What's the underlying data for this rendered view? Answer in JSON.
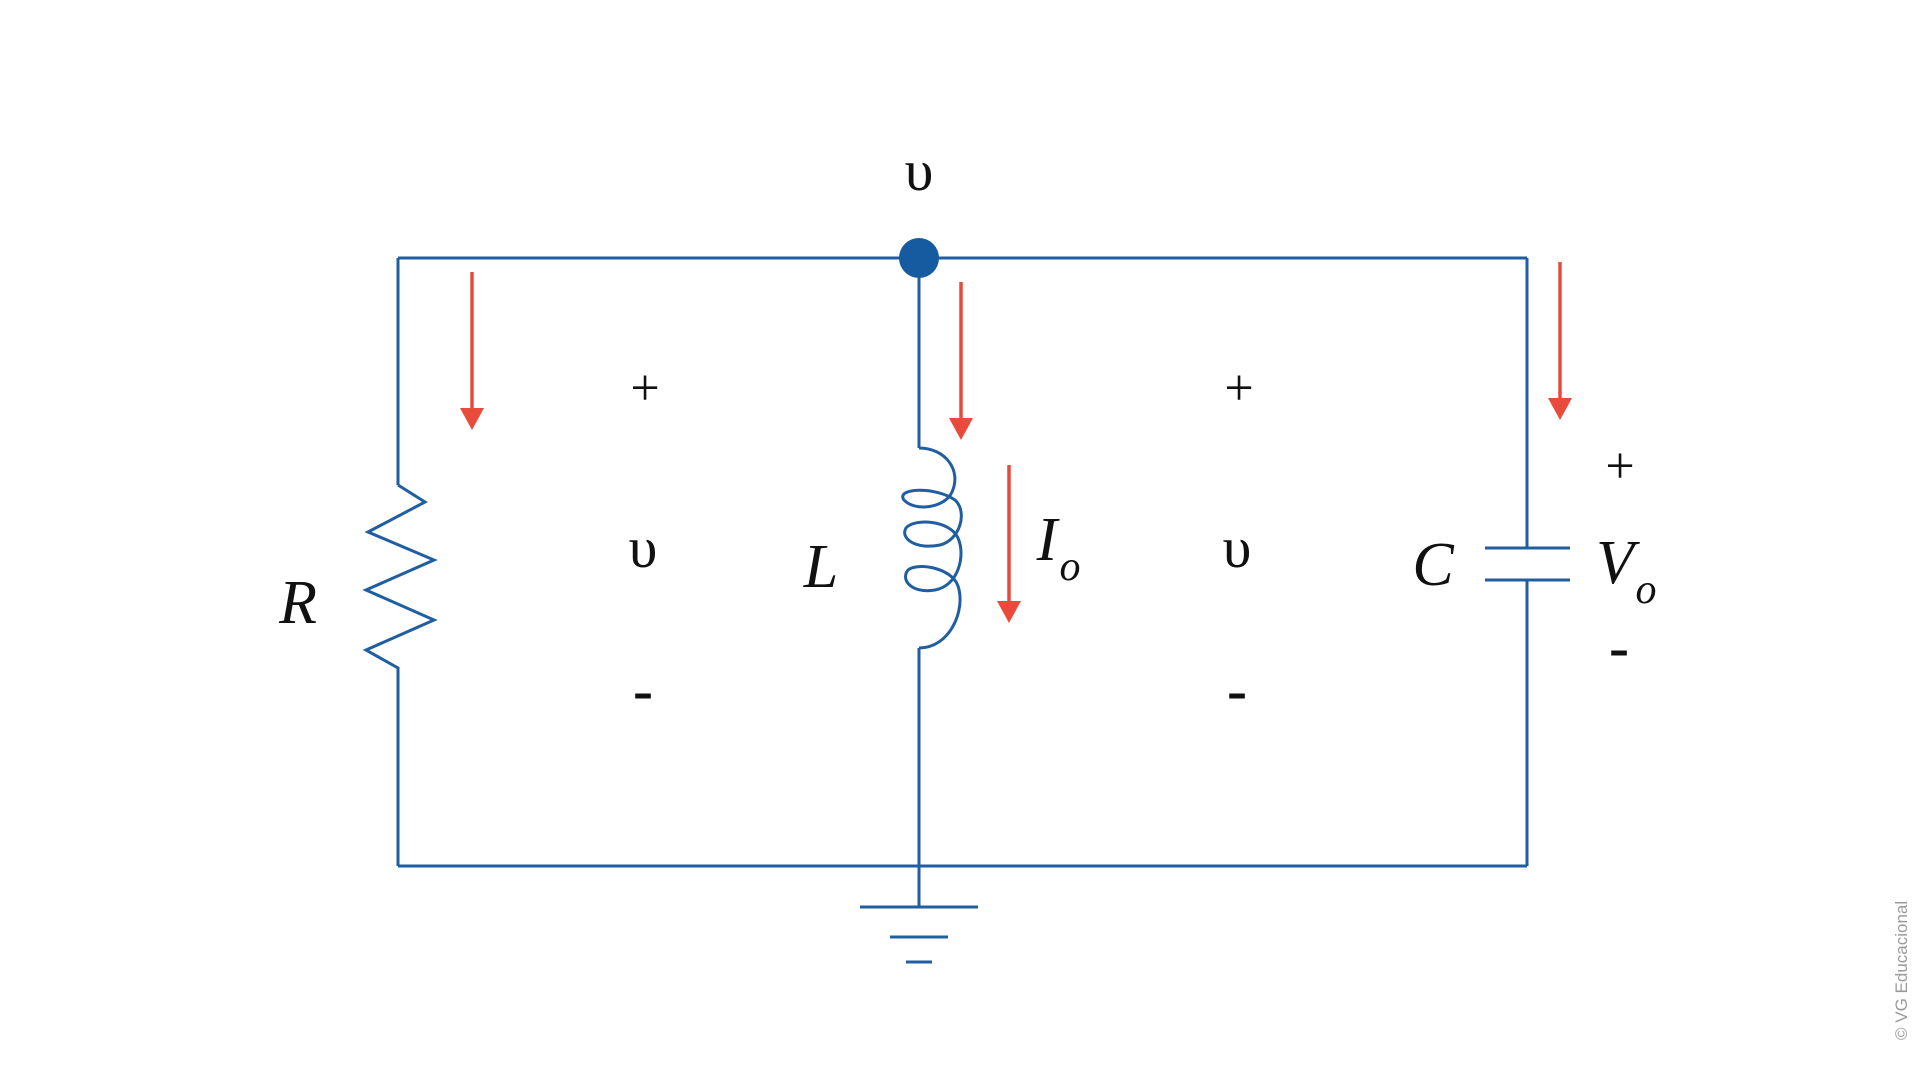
{
  "diagram": {
    "node_label": "υ",
    "resistor": {
      "label": "R"
    },
    "inductor": {
      "label": "L",
      "current_label": "I",
      "current_subscript": "o"
    },
    "capacitor": {
      "label": "C",
      "voltage_label": "V",
      "voltage_subscript": "o"
    },
    "branch_left": {
      "plus": "+",
      "voltage": "υ",
      "minus": "-"
    },
    "branch_right": {
      "plus": "+",
      "voltage": "υ",
      "minus": "-"
    },
    "capacitor_polarity": {
      "plus": "+",
      "minus": "-"
    },
    "copyright": "© VG Educacional"
  },
  "colors": {
    "wire": "#1f5ea0",
    "current_arrow": "#e84a3c",
    "node": "#165ba0",
    "text": "#111111"
  }
}
